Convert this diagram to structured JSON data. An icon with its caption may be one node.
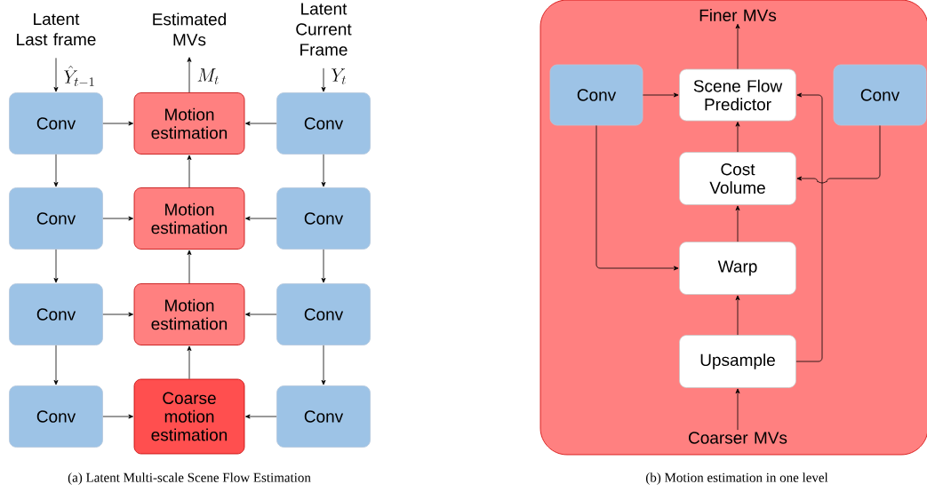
{
  "diagram": {
    "nodes": [
      {
        "text": [
          "Latent Last frame"
        ]
      },
      {
        "text": [
          "Estimated MVs"
        ]
      },
      {
        "text": [
          "Latent Current Frame"
        ]
      },
      {
        "text": [
          "Conv"
        ]
      },
      {
        "text": [
          "Motion estimation"
        ]
      },
      {
        "text": [
          "Conv"
        ]
      },
      {
        "text": [
          "Conv"
        ]
      },
      {
        "text": [
          "Motion estimation"
        ]
      },
      {
        "text": [
          "Conv"
        ]
      },
      {
        "text": [
          "Conv"
        ]
      },
      {
        "text": [
          "Motion estimation"
        ]
      },
      {
        "text": [
          "Conv"
        ]
      },
      {
        "text": [
          "Conv"
        ]
      },
      {
        "text": [
          "Coarse motion estimation"
        ]
      },
      {
        "text": [
          "Conv"
        ]
      },
      {
        "text": [],
        "shape": "box"
      },
      {
        "text": [
          "Finer MVs"
        ],
        "in": 15
      },
      {
        "text": [
          "Conv"
        ],
        "in": 15
      },
      {
        "text": [
          "Scene Flow Predictor"
        ],
        "in": 15
      },
      {
        "text": [
          "Conv"
        ],
        "in": 15
      },
      {
        "text": [
          "Cost Volume"
        ],
        "in": 15
      },
      {
        "text": [
          "Warp"
        ],
        "in": 15
      },
      {
        "text": [
          "Upsample"
        ],
        "in": 15
      },
      {
        "text": [
          "Coarser MVs"
        ],
        "in": 15
      }
    ],
    "edges": [
      {
        "from": 0,
        "to": 3,
        "arrow": "to",
        "label": "\\hat{Y}_{t-1}"
      },
      {
        "from": 4,
        "to": 1,
        "arrow": "to",
        "label": "M_t"
      },
      {
        "from": 2,
        "to": 5,
        "arrow": "to",
        "label": "Y_t"
      },
      {
        "from": 3,
        "to": 4,
        "arrow": "to"
      },
      {
        "from": 5,
        "to": 4,
        "arrow": "to"
      },
      {
        "from": 3,
        "to": 6,
        "arrow": "to"
      },
      {
        "from": 5,
        "to": 8,
        "arrow": "to"
      },
      {
        "from": 7,
        "to": 4,
        "arrow": "to"
      },
      {
        "from": 6,
        "to": 7,
        "arrow": "to"
      },
      {
        "from": 8,
        "to": 7,
        "arrow": "to"
      },
      {
        "from": 6,
        "to": 9,
        "arrow": "to"
      },
      {
        "from": 8,
        "to": 11,
        "arrow": "to"
      },
      {
        "from": 10,
        "to": 7,
        "arrow": "to"
      },
      {
        "from": 9,
        "to": 10,
        "arrow": "to"
      },
      {
        "from": 11,
        "to": 10,
        "arrow": "to"
      },
      {
        "from": 9,
        "to": 12,
        "arrow": "to"
      },
      {
        "from": 11,
        "to": 14,
        "arrow": "to"
      },
      {
        "from": 13,
        "to": 10,
        "arrow": "to"
      },
      {
        "from": 12,
        "to": 13,
        "arrow": "to"
      },
      {
        "from": 14,
        "to": 13,
        "arrow": "to"
      },
      {
        "from": 18,
        "to": 16,
        "arrow": "to"
      },
      {
        "from": 17,
        "to": 18,
        "arrow": "to"
      },
      {
        "from": 22,
        "to": 18,
        "arrow": "to"
      },
      {
        "from": 19,
        "to": 20,
        "arrow": "to"
      },
      {
        "from": 20,
        "to": 18,
        "arrow": "to"
      },
      {
        "from": 17,
        "to": 21,
        "arrow": "to"
      },
      {
        "from": 21,
        "to": 20,
        "arrow": "to"
      },
      {
        "from": 22,
        "to": 21,
        "arrow": "to"
      },
      {
        "from": 23,
        "to": 22,
        "arrow": "to"
      }
    ],
    "labels": [
      "(a)  Latent Multi-scale Scene Flow Estimation",
      "(b)  Motion estimation in one level"
    ]
  }
}
